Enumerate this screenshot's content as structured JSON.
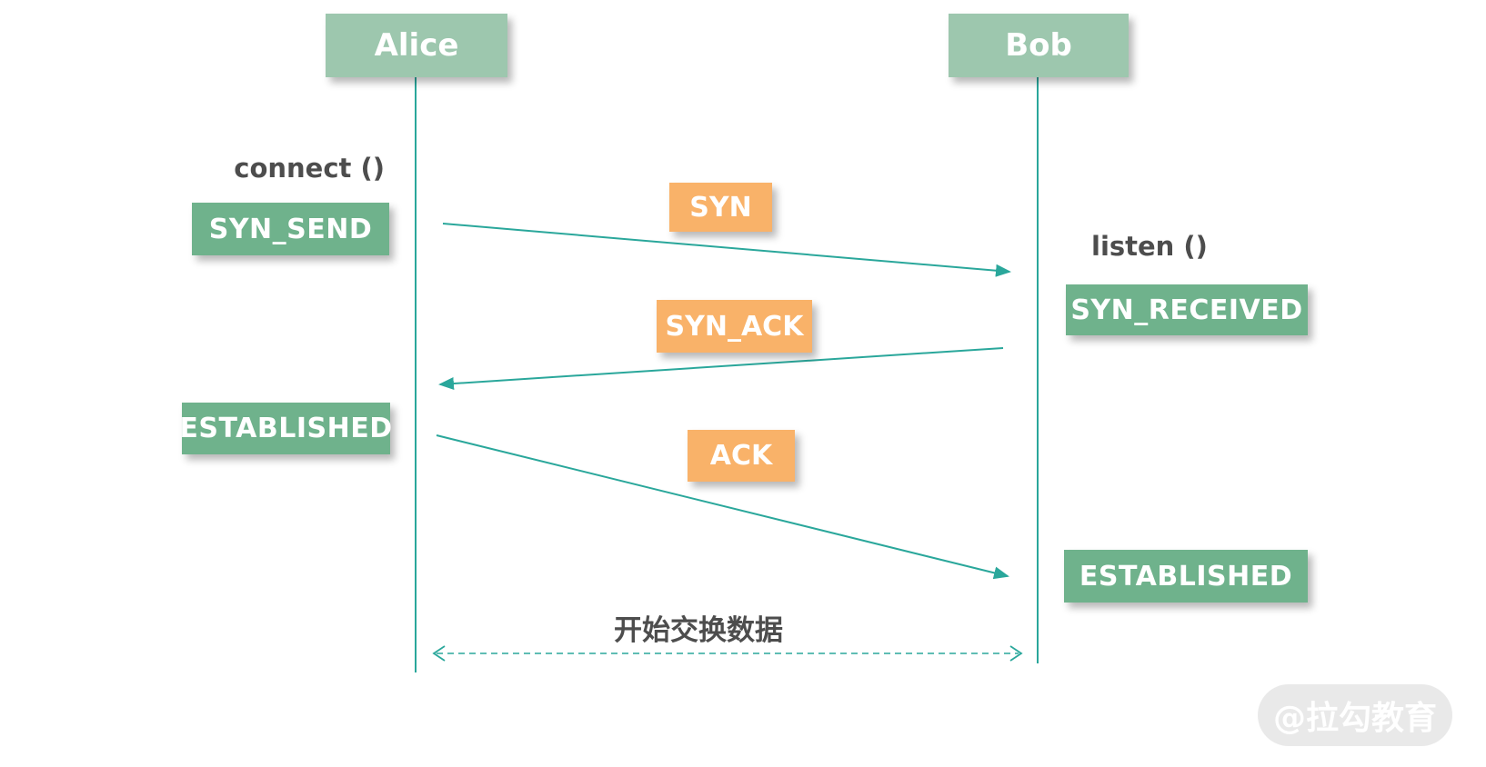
{
  "actors": [
    {
      "name": "Alice"
    },
    {
      "name": "Bob"
    }
  ],
  "calls": {
    "connect": "connect ()",
    "listen": "listen ()"
  },
  "states": {
    "syn_send": "SYN_SEND",
    "syn_received": "SYN_RECEIVED",
    "established_alice": "ESTABLISHED",
    "established_bob": "ESTABLISHED"
  },
  "messages": [
    {
      "label": "SYN",
      "from": "Alice",
      "to": "Bob"
    },
    {
      "label": "SYN_ACK",
      "from": "Bob",
      "to": "Alice"
    },
    {
      "label": "ACK",
      "from": "Alice",
      "to": "Bob"
    }
  ],
  "footer": {
    "data_exchange_label": "开始交换数据"
  },
  "watermark": {
    "text": "@拉勾教育"
  },
  "colors": {
    "actor_box": "#9DC7AE",
    "state_box": "#6FB28C",
    "message_box": "#F9B269",
    "line": "#2AA79B",
    "label_text": "#4D4D4D",
    "watermark_bg": "#E9E9E9"
  }
}
